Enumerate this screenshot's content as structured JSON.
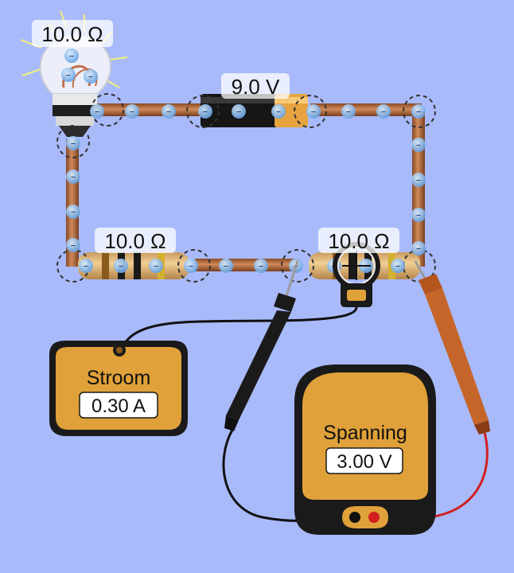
{
  "components": {
    "bulb": {
      "label": "10.0 Ω"
    },
    "battery": {
      "label": "9.0 V"
    },
    "resistor_left": {
      "label": "10.0 Ω"
    },
    "resistor_right": {
      "label": "10.0 Ω"
    }
  },
  "ammeter": {
    "title": "Stroom",
    "reading": "0.30 A"
  },
  "voltmeter": {
    "title": "Spanning",
    "reading": "3.00 V"
  },
  "colors": {
    "background": "#a9bafa",
    "wire": "#b06a3e",
    "meter_body": "#e0a13a",
    "probe_red": "#d11f1f",
    "electron": "#7fb6ee"
  },
  "electron_sign": "–"
}
